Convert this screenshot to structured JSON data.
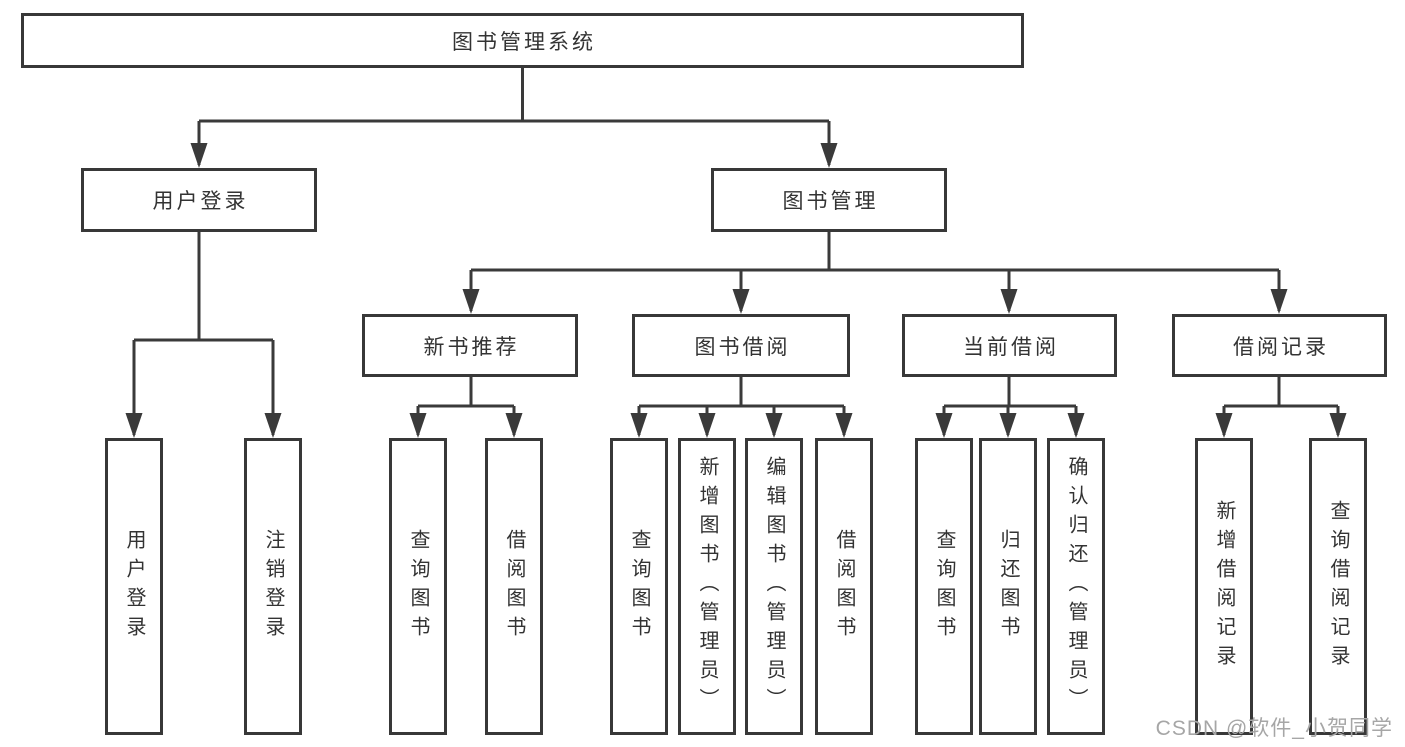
{
  "diagram": {
    "type": "hierarchy-tree",
    "root": {
      "label": "图书管理系统",
      "children": [
        {
          "label": "用户登录",
          "children": [
            {
              "label": "用户登录"
            },
            {
              "label": "注销登录"
            }
          ]
        },
        {
          "label": "图书管理",
          "children": [
            {
              "label": "新书推荐",
              "children": [
                {
                  "label": "查询图书"
                },
                {
                  "label": "借阅图书"
                }
              ]
            },
            {
              "label": "图书借阅",
              "children": [
                {
                  "label": "查询图书"
                },
                {
                  "label": "新增图书（管理员）"
                },
                {
                  "label": "编辑图书（管理员）"
                },
                {
                  "label": "借阅图书"
                }
              ]
            },
            {
              "label": "当前借阅",
              "children": [
                {
                  "label": "查询图书"
                },
                {
                  "label": "归还图书"
                },
                {
                  "label": "确认归还（管理员）"
                }
              ]
            },
            {
              "label": "借阅记录",
              "children": [
                {
                  "label": "新增借阅记录"
                },
                {
                  "label": "查询借阅记录"
                }
              ]
            }
          ]
        }
      ]
    }
  },
  "watermark": {
    "text": "CSDN @软件_小贺同学"
  },
  "colors": {
    "line": "#3a3a3a",
    "box_border": "#383838",
    "box_fill": "#ffffff",
    "text": "#333333",
    "watermark": "#a6a6a6",
    "background": "#ffffff"
  }
}
